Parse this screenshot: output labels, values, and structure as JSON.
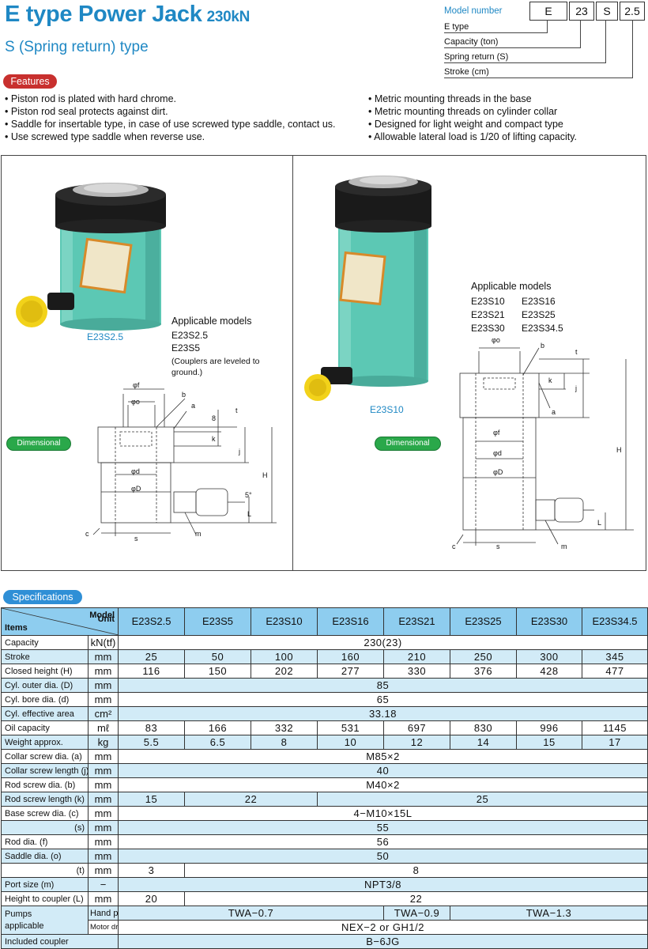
{
  "header": {
    "title": "E type Power Jack",
    "capacity": "230kN",
    "subtitle": "S (Spring return) type"
  },
  "model_number": {
    "label": "Model number",
    "parts": [
      "E",
      "23",
      "S",
      "2.5"
    ],
    "legend": [
      "E type",
      "Capacity (ton)",
      "Spring return (S)",
      "Stroke (cm)"
    ]
  },
  "features": {
    "label": "Features",
    "left": [
      "Piston rod is plated with hard chrome.",
      "Piston rod seal protects against dirt.",
      "Saddle for insertable type, in case of use screwed type saddle, contact us.",
      "Use screwed type saddle when reverse use."
    ],
    "right": [
      "Metric mounting threads in the base",
      "Metric mounting threads on cylinder collar",
      "Designed for light weight and compact type",
      "Allowable lateral load is 1/20 of lifting capacity."
    ]
  },
  "drawing": {
    "left": {
      "model_caption": "E23S2.5",
      "applicable_title": "Applicable models",
      "applicable_models": [
        "E23S2.5",
        "E23S5"
      ],
      "note": [
        "(Couplers are leveled to",
        "ground.)"
      ],
      "dim_label": "Dimensional drawing",
      "labels": {
        "phi_f": "φf",
        "phi_o": "φo",
        "b": "b",
        "a": "a",
        "t": "t",
        "eight": "8",
        "k": "k",
        "j": "j",
        "H": "H",
        "phi_d": "φd",
        "phi_D": "φD",
        "five_deg": "5°",
        "L": "L",
        "c": "c",
        "s": "s",
        "m": "m"
      }
    },
    "right": {
      "model_caption": "E23S10",
      "applicable_title": "Applicable models",
      "applicable_models": [
        [
          "E23S10",
          "E23S16"
        ],
        [
          "E23S21",
          "E23S25"
        ],
        [
          "E23S30",
          "E23S34.5"
        ]
      ],
      "dim_label": "Dimensional drawing",
      "labels": {
        "phi_o": "φo",
        "b": "b",
        "t": "t",
        "k": "k",
        "j": "j",
        "a": "a",
        "H": "H",
        "phi_f": "φf",
        "phi_d": "φd",
        "phi_D": "φD",
        "L": "L",
        "c": "c",
        "s": "s",
        "m": "m"
      }
    }
  },
  "specifications": {
    "label": "Specifications",
    "corner_model": "Model",
    "corner_items": "Items",
    "corner_unit": "Unit",
    "models": [
      "E23S2.5",
      "E23S5",
      "E23S10",
      "E23S16",
      "E23S21",
      "E23S25",
      "E23S30",
      "E23S34.5"
    ],
    "rows": [
      {
        "item": "Capacity",
        "unit": "kN(tf)",
        "cells": [
          {
            "v": "230(23)",
            "span": 8
          }
        ]
      },
      {
        "item": "Stroke",
        "unit": "mm",
        "cells": [
          {
            "v": "25",
            "span": 1
          },
          {
            "v": "50",
            "span": 1
          },
          {
            "v": "100",
            "span": 1
          },
          {
            "v": "160",
            "span": 1
          },
          {
            "v": "210",
            "span": 1
          },
          {
            "v": "250",
            "span": 1
          },
          {
            "v": "300",
            "span": 1
          },
          {
            "v": "345",
            "span": 1
          }
        ]
      },
      {
        "item": "Closed height    (H)",
        "unit": "mm",
        "cells": [
          {
            "v": "116",
            "span": 1
          },
          {
            "v": "150",
            "span": 1
          },
          {
            "v": "202",
            "span": 1
          },
          {
            "v": "277",
            "span": 1
          },
          {
            "v": "330",
            "span": 1
          },
          {
            "v": "376",
            "span": 1
          },
          {
            "v": "428",
            "span": 1
          },
          {
            "v": "477",
            "span": 1
          }
        ]
      },
      {
        "item": "Cyl. outer dia.    (D)",
        "unit": "mm",
        "cells": [
          {
            "v": "85",
            "span": 8
          }
        ]
      },
      {
        "item": "Cyl. bore dia.     (d)",
        "unit": "mm",
        "cells": [
          {
            "v": "65",
            "span": 8
          }
        ]
      },
      {
        "item": "Cyl. effective area",
        "unit": "cm²",
        "cells": [
          {
            "v": "33.18",
            "span": 8
          }
        ]
      },
      {
        "item": "Oil capacity",
        "unit": "mℓ",
        "cells": [
          {
            "v": "83",
            "span": 1
          },
          {
            "v": "166",
            "span": 1
          },
          {
            "v": "332",
            "span": 1
          },
          {
            "v": "531",
            "span": 1
          },
          {
            "v": "697",
            "span": 1
          },
          {
            "v": "830",
            "span": 1
          },
          {
            "v": "996",
            "span": 1
          },
          {
            "v": "1145",
            "span": 1
          }
        ]
      },
      {
        "item": "Weight    approx.",
        "unit": "kg",
        "cells": [
          {
            "v": "5.5",
            "span": 1
          },
          {
            "v": "6.5",
            "span": 1
          },
          {
            "v": "8",
            "span": 1
          },
          {
            "v": "10",
            "span": 1
          },
          {
            "v": "12",
            "span": 1
          },
          {
            "v": "14",
            "span": 1
          },
          {
            "v": "15",
            "span": 1
          },
          {
            "v": "17",
            "span": 1
          }
        ]
      },
      {
        "item": "Collar screw dia.  (a)",
        "unit": "mm",
        "cells": [
          {
            "v": "M85×2",
            "span": 8
          }
        ]
      },
      {
        "item": "Collar screw length (j)",
        "unit": "mm",
        "cells": [
          {
            "v": "40",
            "span": 8
          }
        ]
      },
      {
        "item": "Rod screw dia.   (b)",
        "unit": "mm",
        "cells": [
          {
            "v": "M40×2",
            "span": 8
          }
        ]
      },
      {
        "item": "Rod screw length (k)",
        "unit": "mm",
        "cells": [
          {
            "v": "15",
            "span": 1
          },
          {
            "v": "22",
            "span": 2
          },
          {
            "v": "25",
            "span": 5
          }
        ]
      },
      {
        "item": "Base screw dia.  (c)",
        "unit": "mm",
        "cells": [
          {
            "v": "4−M10×15L",
            "span": 8
          }
        ]
      },
      {
        "item": "(s)",
        "unit": "mm",
        "cells": [
          {
            "v": "55",
            "span": 8
          }
        ]
      },
      {
        "item": "Rod dia.         (f)",
        "unit": "mm",
        "cells": [
          {
            "v": "56",
            "span": 8
          }
        ]
      },
      {
        "item": "Saddle dia.      (o)",
        "unit": "mm",
        "cells": [
          {
            "v": "50",
            "span": 8
          }
        ]
      },
      {
        "item": "(t)",
        "unit": "mm",
        "cells": [
          {
            "v": "3",
            "span": 1
          },
          {
            "v": "8",
            "span": 7
          }
        ]
      },
      {
        "item": "Port size        (m)",
        "unit": "−",
        "cells": [
          {
            "v": "NPT3/8",
            "span": 8
          }
        ]
      },
      {
        "item": "Height to coupler (L)",
        "unit": "mm",
        "cells": [
          {
            "v": "20",
            "span": 1
          },
          {
            "v": "22",
            "span": 7
          }
        ]
      }
    ],
    "pumps_label": [
      "Pumps",
      "applicable"
    ],
    "hand_pump_label": "Hand pump",
    "hand_pump_cells": [
      {
        "v": "TWA−0.7",
        "span": 4
      },
      {
        "v": "TWA−0.9",
        "span": 1
      },
      {
        "v": "TWA−1.3",
        "span": 3
      }
    ],
    "motor_pump_label": "Motor driven pump",
    "motor_pump_value": "NEX−2 or GH1/2",
    "coupler_label": "Included coupler",
    "coupler_value": "B−6JG"
  },
  "colors": {
    "title_blue": "#1f88c4",
    "features_red": "#c8302e",
    "spec_blue": "#2f8fd6",
    "dim_green": "#2aa84a",
    "header_blue": "#8ecdef",
    "row_blue": "#d2ebf7",
    "jack_body": "#5cc8b4",
    "jack_top": "#1a1a1a",
    "coupler_yellow": "#f2d21a"
  }
}
